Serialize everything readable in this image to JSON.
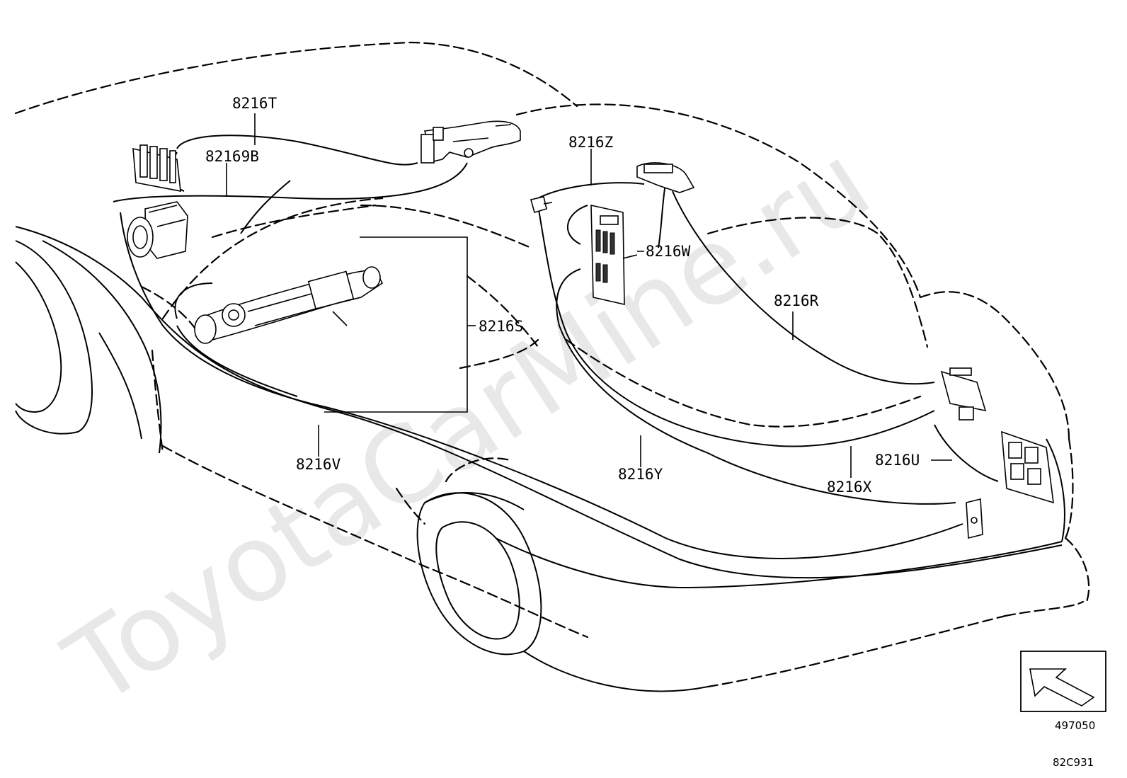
{
  "watermark": "ToyotaCarMine.ru",
  "callouts": {
    "p8216T": "8216T",
    "p82169B": "82169B",
    "p8216Z": "8216Z",
    "p8216W": "8216W",
    "p8216R": "8216R",
    "p8216S": "8216S",
    "p8216V": "8216V",
    "p8216Y": "8216Y",
    "p8216X": "8216X",
    "p8216U": "8216U"
  },
  "illustration_code": "497050",
  "figure_code": "82C931",
  "icons": {
    "direction": "front-direction-arrow-icon"
  }
}
